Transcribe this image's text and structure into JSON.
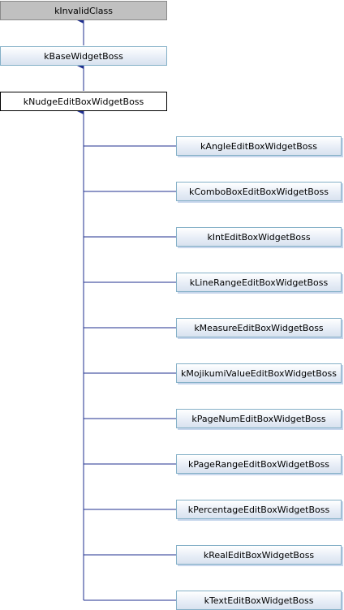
{
  "diagram": {
    "root_class": "kInvalidClass",
    "base_class": "kBaseWidgetBoss",
    "current_class": "kNudgeEditBoxWidgetBoss",
    "derived_classes": [
      "kAngleEditBoxWidgetBoss",
      "kComboBoxEditBoxWidgetBoss",
      "kIntEditBoxWidgetBoss",
      "kLineRangeEditBoxWidgetBoss",
      "kMeasureEditBoxWidgetBoss",
      "kMojikumiValueEditBoxWidgetBoss",
      "kPageNumEditBoxWidgetBoss",
      "kPageRangeEditBoxWidgetBoss",
      "kPercentageEditBoxWidgetBoss",
      "kRealEditBoxWidgetBoss",
      "kTextEditBoxWidgetBoss"
    ]
  },
  "colors": {
    "edge": "#1f2f8f",
    "node_border": "#84b0c7",
    "root_fill": "#c0c0c0"
  }
}
